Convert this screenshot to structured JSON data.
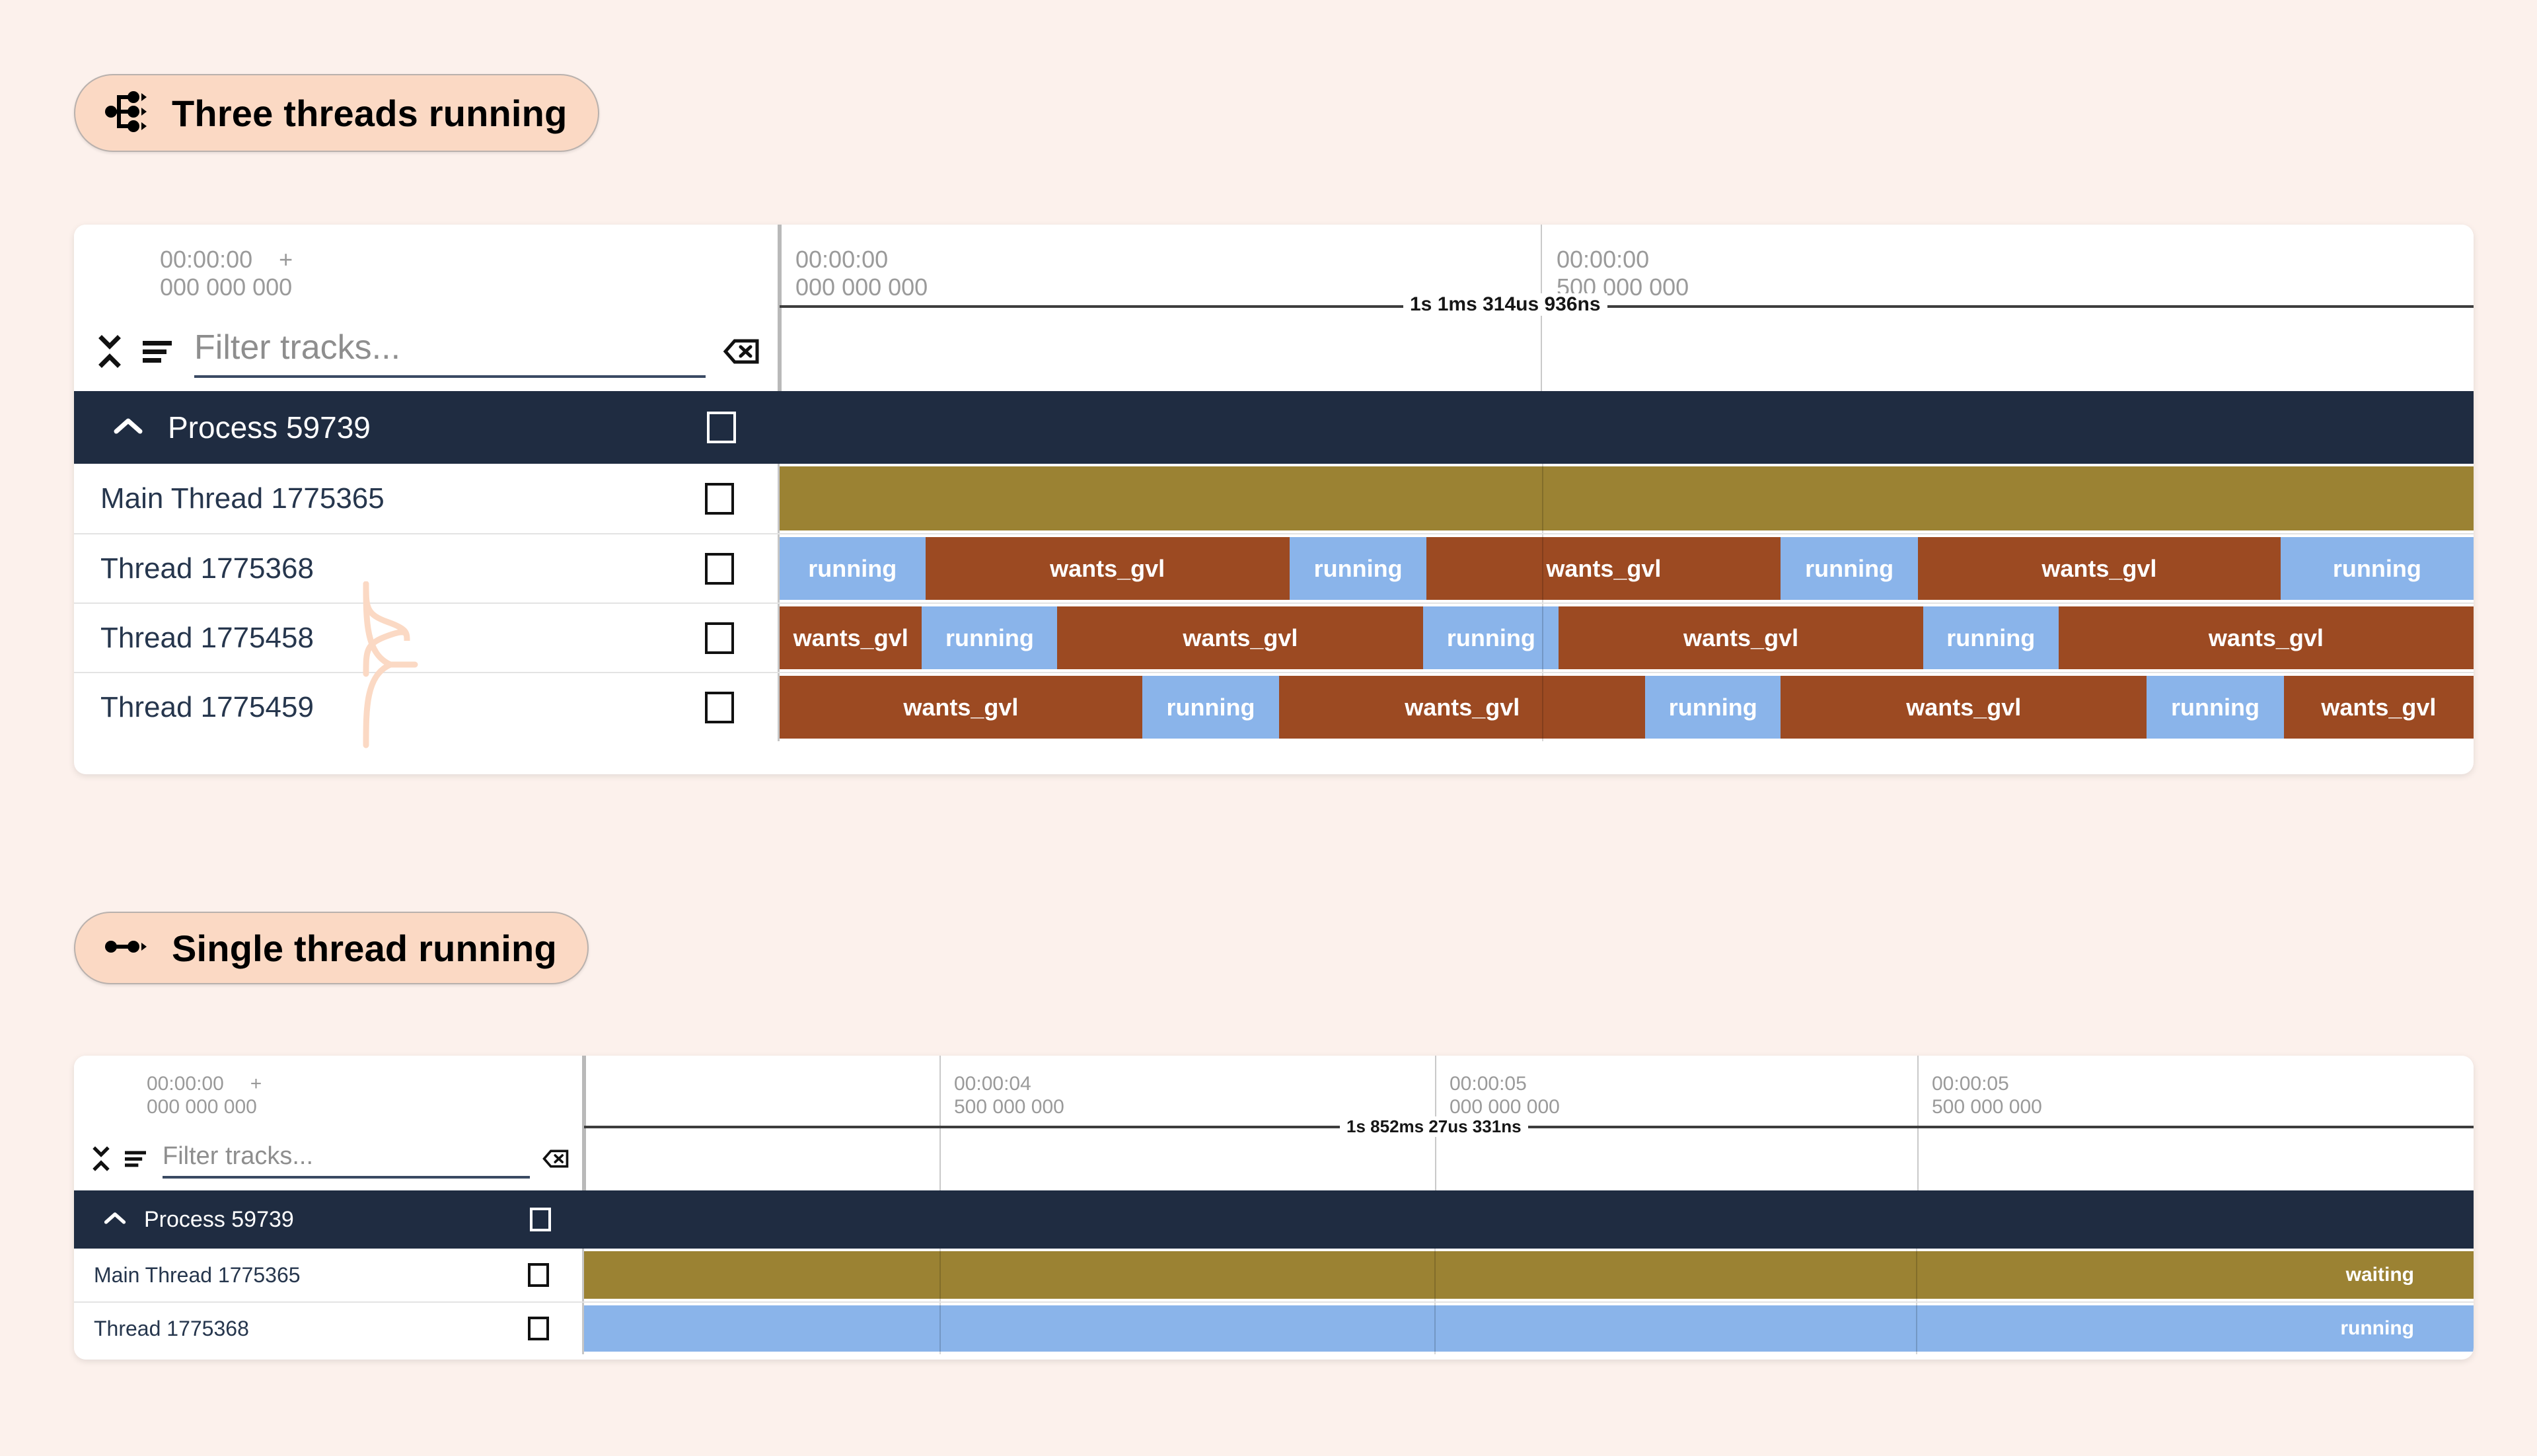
{
  "sections": [
    {
      "pill": {
        "label": "Three threads running",
        "icon": "three-branch-fork-icon"
      },
      "ruler": {
        "ticks": [
          {
            "top": "00:00:00",
            "bottom": "000 000 000",
            "plus": "+"
          },
          {
            "top": "00:00:00",
            "bottom": "000 000 000"
          },
          {
            "top": "00:00:00",
            "bottom": "500 000 000"
          }
        ],
        "span_label": "1s 1ms 314us 936ns"
      },
      "filter": {
        "placeholder": "Filter tracks...",
        "value": ""
      },
      "process": {
        "title": "Process 59739"
      },
      "tracks": [
        {
          "label": "Main Thread 1775365",
          "segments": [
            {
              "state": "waiting",
              "text": "",
              "x": 0,
              "w": 100
            }
          ]
        },
        {
          "label": "Thread 1775368",
          "segments": [
            {
              "state": "running",
              "text": "running",
              "x": 0.0,
              "w": 8.6
            },
            {
              "state": "wants",
              "text": "wants_gvl",
              "x": 8.6,
              "w": 21.5
            },
            {
              "state": "running",
              "text": "running",
              "x": 30.1,
              "w": 8.1
            },
            {
              "state": "wants",
              "text": "wants_gvl",
              "x": 38.2,
              "w": 20.9
            },
            {
              "state": "running",
              "text": "running",
              "x": 59.1,
              "w": 8.1
            },
            {
              "state": "wants",
              "text": "wants_gvl",
              "x": 67.2,
              "w": 21.4
            },
            {
              "state": "running",
              "text": "running",
              "x": 88.6,
              "w": 11.4
            }
          ]
        },
        {
          "label": "Thread 1775458",
          "segments": [
            {
              "state": "wants",
              "text": "wants_gvl",
              "x": 0.0,
              "w": 8.4
            },
            {
              "state": "running",
              "text": "running",
              "x": 8.4,
              "w": 8.0
            },
            {
              "state": "wants",
              "text": "wants_gvl",
              "x": 16.4,
              "w": 21.6
            },
            {
              "state": "running",
              "text": "running",
              "x": 38.0,
              "w": 8.0
            },
            {
              "state": "wants",
              "text": "wants_gvl",
              "x": 46.0,
              "w": 21.5
            },
            {
              "state": "running",
              "text": "running",
              "x": 67.5,
              "w": 8.0
            },
            {
              "state": "wants",
              "text": "wants_gvl",
              "x": 75.5,
              "w": 24.5
            }
          ]
        },
        {
          "label": "Thread 1775459",
          "segments": [
            {
              "state": "wants",
              "text": "wants_gvl",
              "x": 0.0,
              "w": 21.4
            },
            {
              "state": "running",
              "text": "running",
              "x": 21.4,
              "w": 8.1
            },
            {
              "state": "wants",
              "text": "wants_gvl",
              "x": 29.5,
              "w": 21.6
            },
            {
              "state": "running",
              "text": "running",
              "x": 51.1,
              "w": 8.0
            },
            {
              "state": "wants",
              "text": "wants_gvl",
              "x": 59.1,
              "w": 21.6
            },
            {
              "state": "running",
              "text": "running",
              "x": 80.7,
              "w": 8.1
            },
            {
              "state": "wants",
              "text": "wants_gvl",
              "x": 88.8,
              "w": 11.2
            }
          ]
        }
      ]
    },
    {
      "pill": {
        "label": "Single thread running",
        "icon": "single-branch-fork-icon"
      },
      "ruler": {
        "ticks": [
          {
            "top": "00:00:00",
            "bottom": "000 000 000",
            "plus": "+"
          },
          {
            "top": "00:00:04",
            "bottom": "500 000 000"
          },
          {
            "top": "00:00:05",
            "bottom": "000 000 000"
          },
          {
            "top": "00:00:05",
            "bottom": "500 000 000"
          }
        ],
        "span_label": "1s 852ms 27us 331ns"
      },
      "filter": {
        "placeholder": "Filter tracks...",
        "value": ""
      },
      "process": {
        "title": "Process 59739"
      },
      "tracks": [
        {
          "label": "Main Thread 1775365",
          "segments": [
            {
              "state": "waiting",
              "text": "waiting",
              "x": 0,
              "w": 100,
              "align": "right"
            }
          ]
        },
        {
          "label": "Thread 1775368",
          "segments": [
            {
              "state": "running",
              "text": "running",
              "x": 0,
              "w": 100,
              "align": "right"
            }
          ]
        }
      ]
    }
  ],
  "colors": {
    "background": "#fcf1ec",
    "pill_fill": "#fbd9c4",
    "process_header": "#1f2c41",
    "running": "#8ab4ea",
    "wants_gvl": "#9c4a22",
    "waiting": "#9b8233",
    "track_label": "#26364d",
    "brace": "#fbd9c4"
  },
  "icons": {
    "collapse_all": "collapse-all-icon",
    "filter_list": "filter-list-icon",
    "clear": "clear-input-icon",
    "chevron_up": "chevron-up-icon"
  }
}
